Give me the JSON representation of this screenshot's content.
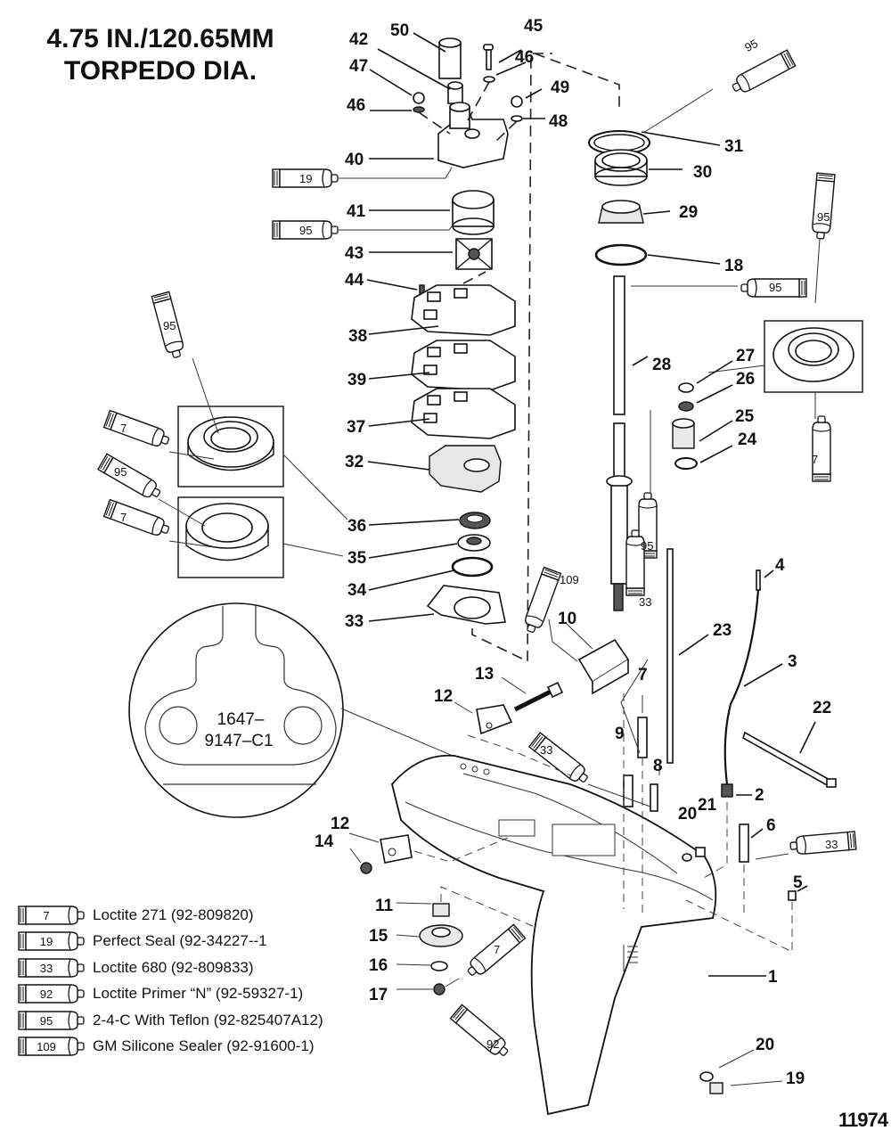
{
  "title": {
    "line1": "4.75 IN./120.65MM",
    "line2": "TORPEDO DIA."
  },
  "drawing_number": "11974",
  "detail_view": {
    "part_marking_line1": "1647–",
    "part_marking_line2": "9147–C1"
  },
  "callouts": {
    "p1": "1",
    "p2": "2",
    "p3": "3",
    "p4": "4",
    "p5": "5",
    "p6": "6",
    "p7": "7",
    "p8": "8",
    "p9": "9",
    "p10": "10",
    "p11": "11",
    "p12a": "12",
    "p12b": "12",
    "p13": "13",
    "p14": "14",
    "p15": "15",
    "p16": "16",
    "p17": "17",
    "p18": "18",
    "p19": "19",
    "p20a": "20",
    "p20b": "20",
    "p21": "21",
    "p22": "22",
    "p23": "23",
    "p24": "24",
    "p25": "25",
    "p26a": "26",
    "p26b": "26",
    "p27": "27",
    "p28": "28",
    "p29": "29",
    "p30": "30",
    "p31": "31",
    "p32": "32",
    "p33": "33",
    "p34": "34",
    "p35": "35",
    "p36": "36",
    "p37": "37",
    "p38": "38",
    "p39": "39",
    "p40": "40",
    "p41": "41",
    "p42": "42",
    "p43": "43",
    "p44": "44",
    "p45": "45",
    "p46a": "46",
    "p46b": "46",
    "p47": "47",
    "p48": "48",
    "p49": "49",
    "p50": "50"
  },
  "sealant_tubes": {
    "t_top_right": "95",
    "t_40": "19",
    "t_41": "95",
    "t_shaft": "95",
    "t_26": "95",
    "t_26_bottom": "7",
    "t_36_top": "95",
    "t_36": "7",
    "t_35_top": "95",
    "t_35": "7",
    "t_25": "95",
    "t_10": "109",
    "t_7": "33",
    "t_9": "33",
    "t_6": "33",
    "t_17a": "7",
    "t_17b": "92"
  },
  "legend": [
    {
      "code": "7",
      "text": "Loctite 271 (92-809820)"
    },
    {
      "code": "19",
      "text": "Perfect Seal (92-34227--1"
    },
    {
      "code": "33",
      "text": "Loctite 680 (92-809833)"
    },
    {
      "code": "92",
      "text": "Loctite Primer “N” (92-59327-1)"
    },
    {
      "code": "95",
      "text": "2-4-C  With Teflon (92-825407A12)"
    },
    {
      "code": "109",
      "text": "GM Silicone Sealer (92-91600-1)"
    }
  ]
}
